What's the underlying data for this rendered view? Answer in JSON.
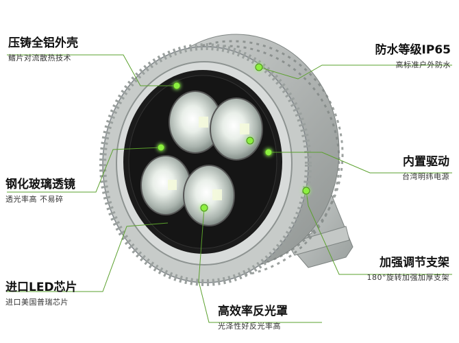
{
  "features": [
    {
      "title": "压铸全铝外壳",
      "desc": "鳍片对流散热技术"
    },
    {
      "title": "防水等级IP65",
      "desc": "高标准户外防水"
    },
    {
      "title": "钢化玻璃透镜",
      "desc": "透光率高 不易碎"
    },
    {
      "title": "内置驱动",
      "desc": "台湾明纬电源"
    },
    {
      "title": "加强调节支架",
      "desc": "180°旋转加强加厚支架"
    },
    {
      "title": "进口LED芯片",
      "desc": "进口美国普瑞芯片"
    },
    {
      "title": "高效率反光罩",
      "desc": "光泽性好反光率高"
    }
  ],
  "colors": {
    "leader": "#5aa02c",
    "dot": "#8cf040",
    "housing": "#b9bdbb"
  }
}
